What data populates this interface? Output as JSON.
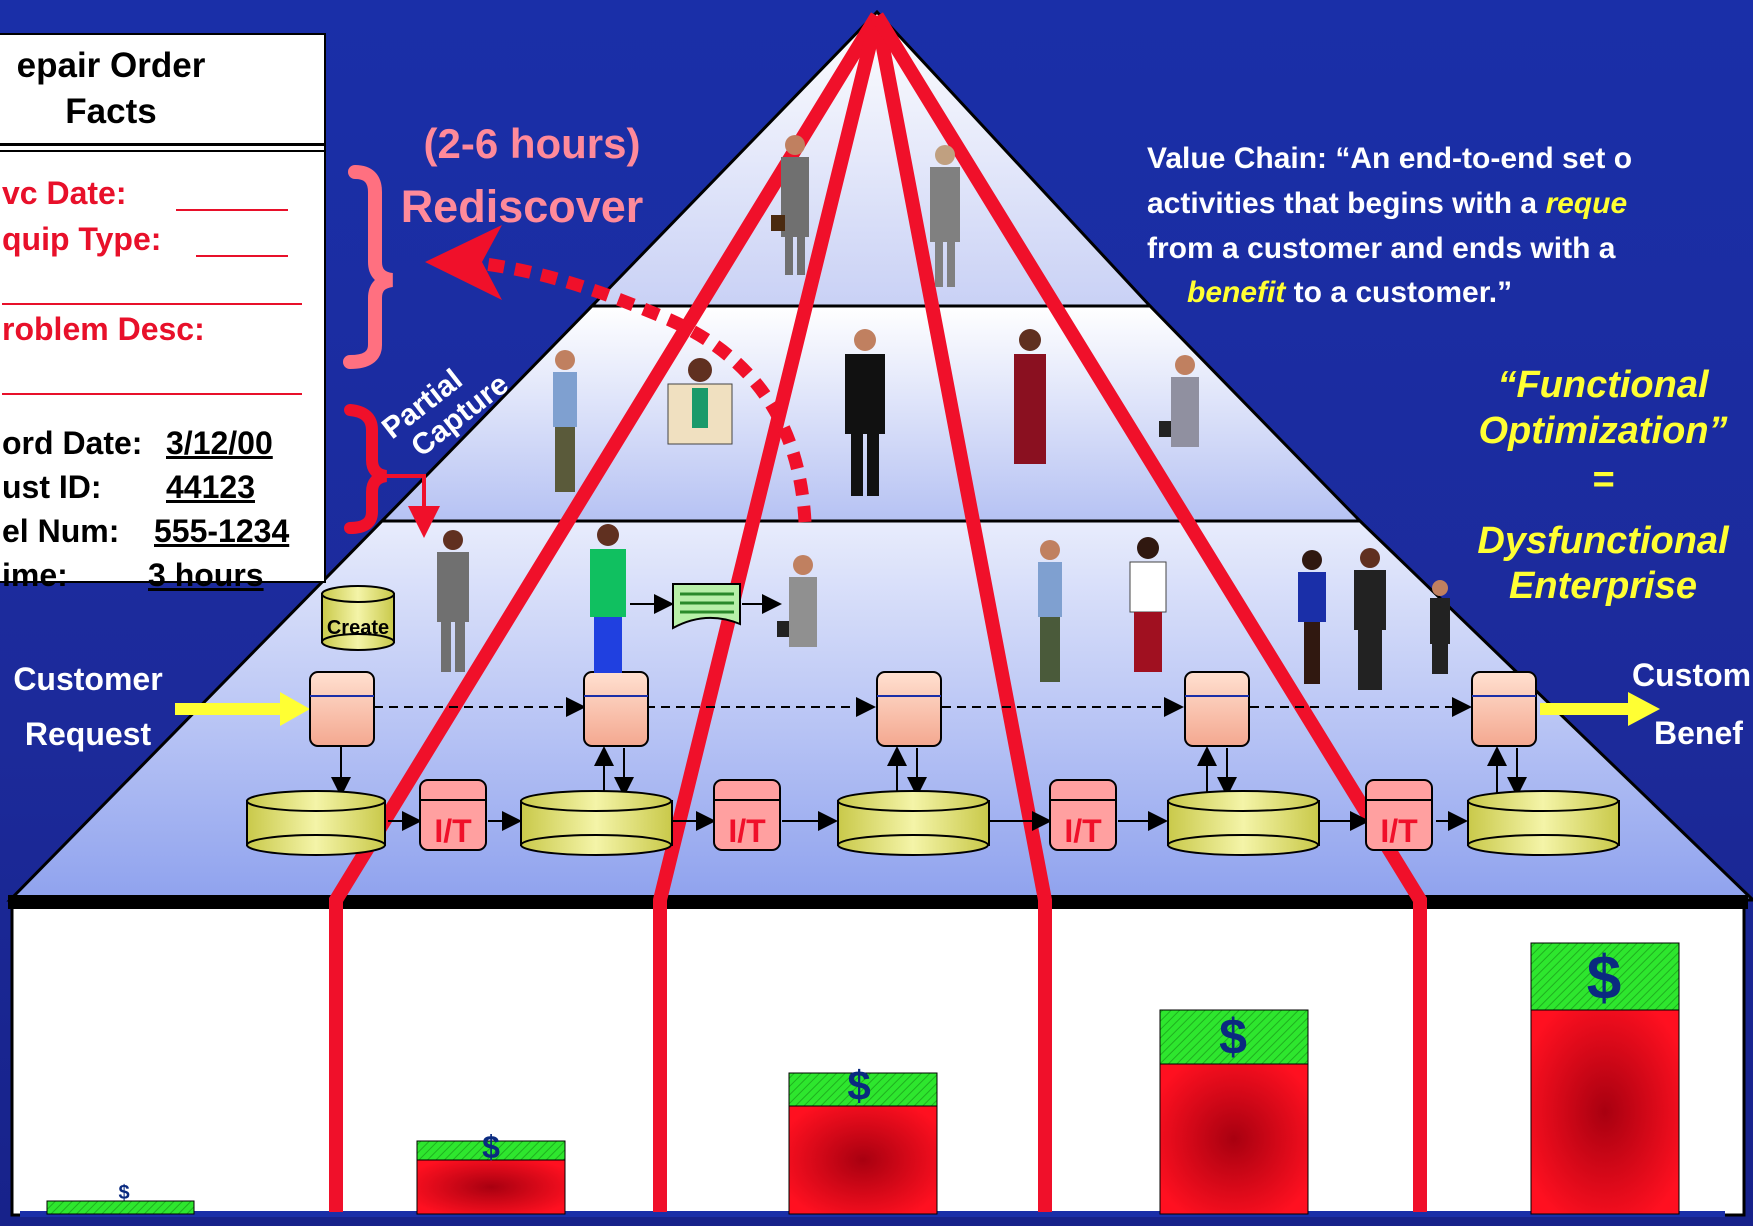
{
  "facts": {
    "title": "epair Order\nFacts",
    "rows": [
      {
        "label": "vc Date:",
        "value": "______"
      },
      {
        "label": "quip Type:",
        "value": "_____"
      },
      {
        "label": "roblem Desc:",
        "value": ""
      },
      {
        "label": "ord Date:",
        "value": "3/12/00"
      },
      {
        "label": "ust ID:",
        "value": "44123"
      },
      {
        "label": "el Num:",
        "value": "555-1234"
      },
      {
        "label": "ime:",
        "value": "3 hours"
      }
    ]
  },
  "callouts": {
    "hours": "(2-6 hours)",
    "rediscover": "Rediscover",
    "partial_1": "Partial",
    "partial_2": "Capture"
  },
  "value_chain": {
    "line1": "Value Chain: “An end-to-end set o",
    "line2a": "activities that begins with a ",
    "line2b": "reque",
    "line3": "from a customer and ends with a",
    "line4a": "benefit",
    "line4b": " to a customer.”"
  },
  "slogan": {
    "l1": "“Functional",
    "l2": "Optimization”",
    "l3": "=",
    "l4": "Dysfunctional",
    "l5": "Enterprise"
  },
  "flow": {
    "left_1": "Customer",
    "left_2": "Request",
    "right_1": "Custom",
    "right_2": "Benef",
    "create": "Create",
    "it": "I/T"
  },
  "money": {
    "symbol": "$"
  },
  "colors": {
    "background": "#1a2fa8",
    "pyramid_red": "#f0102a",
    "callout_pink": "#ff8a9a",
    "slogan_yellow": "#ffff33",
    "bar_red": "#ee0f1a",
    "bar_green": "#2ee62e",
    "box_peach": "#ffc0a8",
    "db_yellow": "#e6e67a"
  }
}
